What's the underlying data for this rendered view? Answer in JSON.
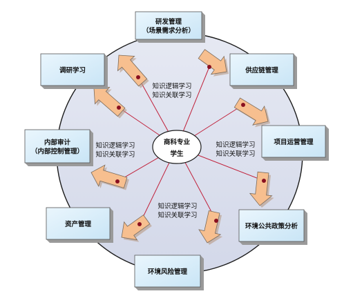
{
  "center": {
    "line1": "商科专业",
    "line2": "学生"
  },
  "nodes": [
    {
      "id": "rd",
      "lines": [
        "研发管理",
        "（场景需求分析）"
      ]
    },
    {
      "id": "supply",
      "lines": [
        "供应链管理"
      ]
    },
    {
      "id": "project",
      "lines": [
        "项目运营管理"
      ]
    },
    {
      "id": "env_policy",
      "lines": [
        "环境公共政策分析"
      ]
    },
    {
      "id": "env_risk",
      "lines": [
        "环境风险管理"
      ]
    },
    {
      "id": "asset",
      "lines": [
        "资产管理"
      ]
    },
    {
      "id": "audit",
      "lines": [
        "内部审计",
        "（内部控制管理）"
      ]
    },
    {
      "id": "research",
      "lines": [
        "调研学习"
      ]
    }
  ],
  "link_labels": {
    "top": [
      "知识逻辑学习",
      "知识关联学习"
    ],
    "right": [
      "知识逻辑学习",
      "知识关联学习"
    ],
    "left": [
      "知识逻辑学习",
      "知识关联学习"
    ],
    "bottom": [
      "知识逻辑学习",
      "知识关联学习"
    ]
  },
  "colors": {
    "circle_fill": "#dfe3f0",
    "circle_stroke": "#1a1a1a",
    "box_fill": "#d6ecf8",
    "box_shadow": "#9a9a9a",
    "arrow_fill": "#f7bf8f",
    "arrow_stroke": "#7a6a5a",
    "line": "#c0203a",
    "dot": "#8a1020"
  }
}
